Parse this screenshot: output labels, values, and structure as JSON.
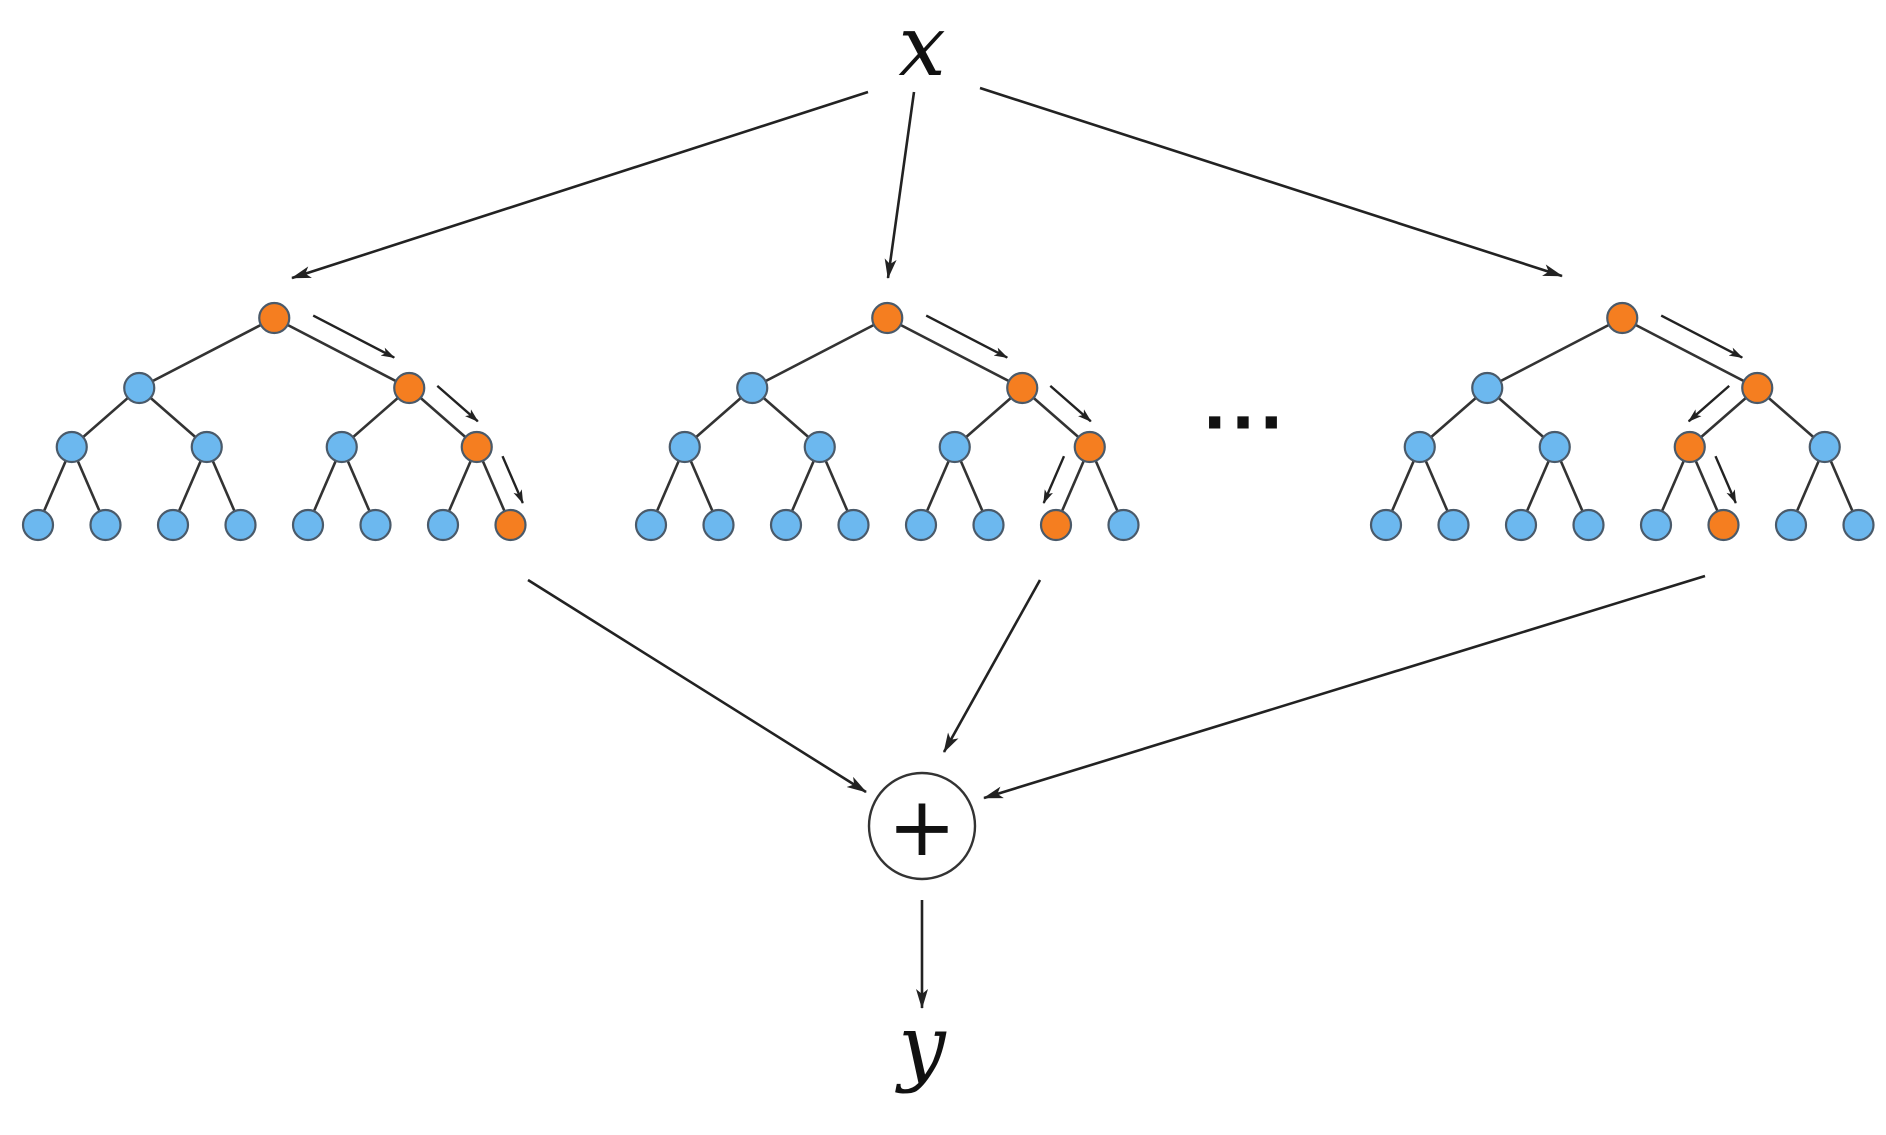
{
  "labels": {
    "input": "x",
    "output": "y",
    "sum_symbol": "+",
    "ellipsis": "···"
  },
  "colors": {
    "node": "#6cb8ef",
    "path_node": "#f57e20",
    "edge": "#333333",
    "arrow": "#222222"
  },
  "trees": [
    {
      "id": "tree-1",
      "depth": 3,
      "decision_path": [
        "R",
        "R",
        "R"
      ]
    },
    {
      "id": "tree-2",
      "depth": 3,
      "decision_path": [
        "R",
        "R",
        "L"
      ]
    },
    {
      "id": "tree-n",
      "depth": 3,
      "decision_path": [
        "R",
        "L",
        "R"
      ]
    }
  ]
}
